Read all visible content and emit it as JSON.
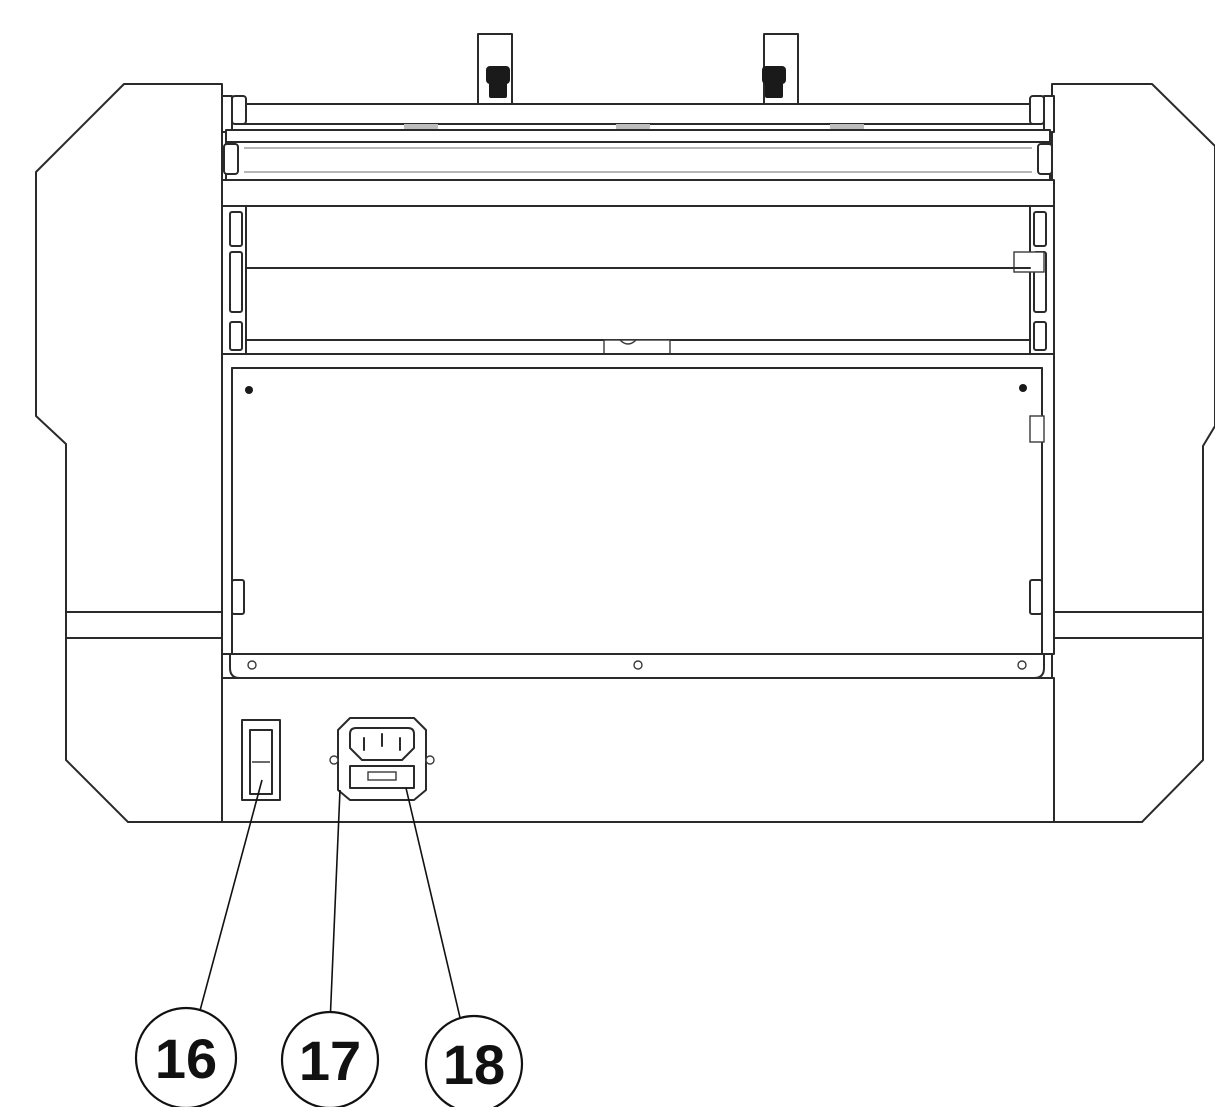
{
  "diagram": {
    "subject": "rear-view-line-drawing",
    "callouts": [
      {
        "id": "c16",
        "label": "16"
      },
      {
        "id": "c17",
        "label": "17"
      },
      {
        "id": "c18",
        "label": "18"
      }
    ]
  }
}
